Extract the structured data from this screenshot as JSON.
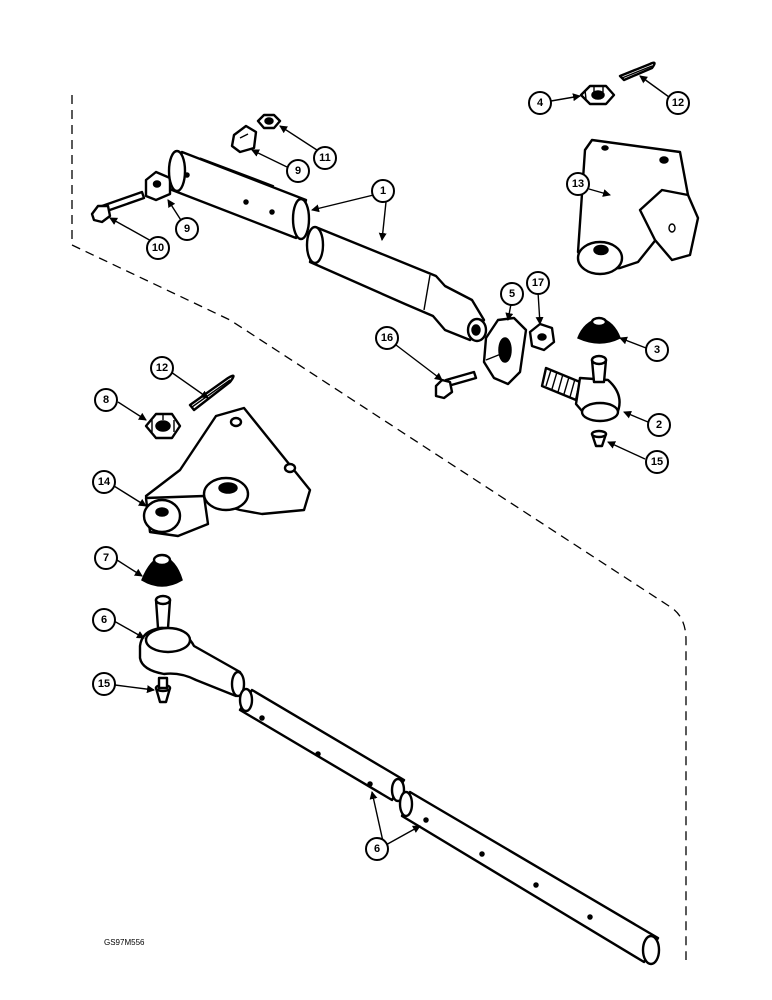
{
  "figure_code": "GS97M556",
  "callouts": [
    {
      "id": "c1",
      "label": "1"
    },
    {
      "id": "c2",
      "label": "2"
    },
    {
      "id": "c3",
      "label": "3"
    },
    {
      "id": "c4",
      "label": "4"
    },
    {
      "id": "c5",
      "label": "5"
    },
    {
      "id": "c6a",
      "label": "6"
    },
    {
      "id": "c6b",
      "label": "6"
    },
    {
      "id": "c7",
      "label": "7"
    },
    {
      "id": "c8",
      "label": "8"
    },
    {
      "id": "c9a",
      "label": "9"
    },
    {
      "id": "c9b",
      "label": "9"
    },
    {
      "id": "c10",
      "label": "10"
    },
    {
      "id": "c11",
      "label": "11"
    },
    {
      "id": "c12a",
      "label": "12"
    },
    {
      "id": "c12b",
      "label": "12"
    },
    {
      "id": "c13",
      "label": "13"
    },
    {
      "id": "c14",
      "label": "14"
    },
    {
      "id": "c15a",
      "label": "15"
    },
    {
      "id": "c15b",
      "label": "15"
    },
    {
      "id": "c16",
      "label": "16"
    },
    {
      "id": "c17",
      "label": "17"
    }
  ]
}
